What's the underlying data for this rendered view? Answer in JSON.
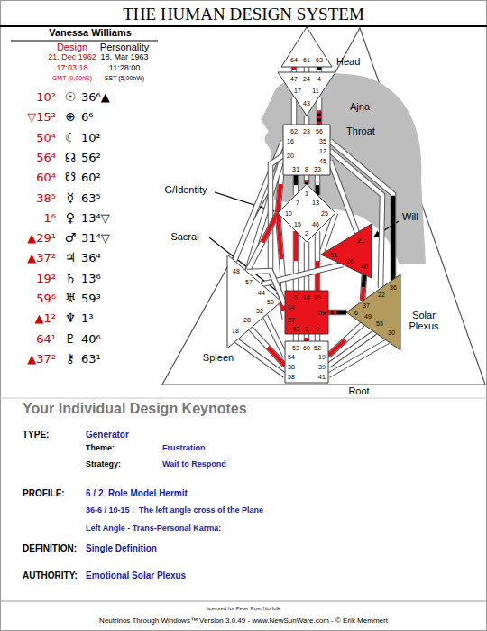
{
  "diagram": {
    "title": "THE HUMAN DESIGN SYSTEM",
    "nodes": [
      {
        "text": [
          "64",
          "61",
          "63"
        ]
      },
      {
        "text": [
          "47",
          "24",
          "4",
          "17",
          "43",
          "11"
        ]
      },
      {
        "text": [
          "62",
          "23",
          "56",
          "16",
          "20",
          "35",
          "12",
          "45",
          "31",
          "8",
          "33"
        ]
      },
      {
        "text": [
          "7",
          "1",
          "13",
          "10",
          "25",
          "15",
          "2",
          "46"
        ]
      },
      {
        "text": [
          "21",
          "51",
          "26",
          "40"
        ]
      },
      {
        "text": [
          "48",
          "57",
          "44",
          "50",
          "32",
          "28",
          "18"
        ]
      },
      {
        "text": [
          "5",
          "14",
          "29",
          "34",
          "27",
          "59",
          "42",
          "3",
          "9"
        ]
      },
      {
        "text": [
          "36",
          "22",
          "37",
          "6",
          "49",
          "55",
          "30"
        ]
      },
      {
        "text": [
          "53",
          "60",
          "52",
          "54",
          "38",
          "58",
          "19",
          "39",
          "41"
        ]
      }
    ],
    "edges": [
      {
        "from": 0,
        "to": 1,
        "arrow": "none"
      },
      {
        "from": 0,
        "to": 1,
        "arrow": "none"
      },
      {
        "from": 0,
        "to": 1,
        "arrow": "none"
      },
      {
        "from": 1,
        "to": 2,
        "arrow": "none"
      },
      {
        "from": 1,
        "to": 2,
        "arrow": "none"
      },
      {
        "from": 1,
        "to": 2,
        "arrow": "none"
      },
      {
        "from": 2,
        "to": 3,
        "arrow": "none"
      },
      {
        "from": 2,
        "to": 3,
        "arrow": "none"
      },
      {
        "from": 2,
        "to": 3,
        "arrow": "none"
      },
      {
        "from": 2,
        "to": 3,
        "arrow": "none"
      },
      {
        "from": 2,
        "to": 5,
        "arrow": "none"
      },
      {
        "from": 2,
        "to": 5,
        "arrow": "none"
      },
      {
        "from": 2,
        "to": 6,
        "arrow": "none"
      },
      {
        "from": 2,
        "to": 4,
        "arrow": "none"
      },
      {
        "from": 2,
        "to": 7,
        "arrow": "none"
      },
      {
        "from": 2,
        "to": 7,
        "arrow": "none"
      },
      {
        "from": 3,
        "to": 4,
        "arrow": "none"
      },
      {
        "from": 3,
        "to": 5,
        "arrow": "none"
      },
      {
        "from": 3,
        "to": 6,
        "arrow": "none"
      },
      {
        "from": 3,
        "to": 6,
        "arrow": "none"
      },
      {
        "from": 3,
        "to": 6,
        "arrow": "none"
      },
      {
        "from": 3,
        "to": 6,
        "arrow": "none"
      },
      {
        "from": 4,
        "to": 5,
        "arrow": "none"
      },
      {
        "from": 4,
        "to": 7,
        "arrow": "none"
      },
      {
        "from": 5,
        "to": 6,
        "arrow": "none"
      },
      {
        "from": 5,
        "to": 6,
        "arrow": "none"
      },
      {
        "from": 6,
        "to": 7,
        "arrow": "none"
      },
      {
        "from": 6,
        "to": 8,
        "arrow": "none"
      },
      {
        "from": 6,
        "to": 8,
        "arrow": "none"
      },
      {
        "from": 6,
        "to": 8,
        "arrow": "none"
      },
      {
        "from": 5,
        "to": 8,
        "arrow": "none"
      },
      {
        "from": 5,
        "to": 8,
        "arrow": "none"
      },
      {
        "from": 5,
        "to": 8,
        "arrow": "none"
      },
      {
        "from": 7,
        "to": 8,
        "arrow": "none"
      },
      {
        "from": 7,
        "to": 8,
        "arrow": "none"
      },
      {
        "from": 7,
        "to": 8,
        "arrow": "none"
      }
    ],
    "labels": [
      "Vanessa Williams",
      "Design",
      "Personality",
      "21. Dec 1962",
      "18. Mar 1963",
      "17:03:18",
      "11:28:00",
      "GMT (0,00hE)",
      "EST (5,00hW)",
      "10²",
      "☉",
      "36⁶▲",
      "▽15²",
      "⊕",
      "6⁶",
      "50⁴",
      "☾",
      "10²",
      "56⁴",
      "☊",
      "56²",
      "60⁴",
      "☋",
      "60²",
      "38⁵",
      "☿",
      "63⁵",
      "1⁶",
      "♀",
      "13⁴▽",
      "▲29¹",
      "♂",
      "31⁴▽",
      "▲37²",
      "♃",
      "36⁴",
      "19²",
      "♄",
      "13⁶",
      "59⁶",
      "♅",
      "59³",
      "▲1²",
      "♆",
      "1³",
      "64¹",
      "♇",
      "40⁶",
      "▲37²",
      "⚷",
      "63¹",
      "Head",
      "Ajna",
      "Throat",
      "G/Identity",
      "Will",
      "Sacral",
      "Spleen",
      "Solar Plexus",
      "Root",
      "Your Individual Design Keynotes",
      "TYPE:",
      "Generator",
      "Theme:",
      "Frustration",
      "Strategy:",
      "Wait to Respond",
      "PROFILE:",
      "6 / 2  Role Model Hermit",
      "36-6 / 10-15 :  The left angle cross of the Plane",
      "Left Angle - Trans-Personal Karma:",
      "DEFINITION:",
      "Single Definition",
      "AUTHORITY:",
      "Emotional Solar Plexus",
      "licensed for Peter Roe, Norfolk",
      "Neutrinos Through Windows™ Version 3.0.49 - www.NewSunWare.com - © Erik Memmert"
    ]
  }
}
